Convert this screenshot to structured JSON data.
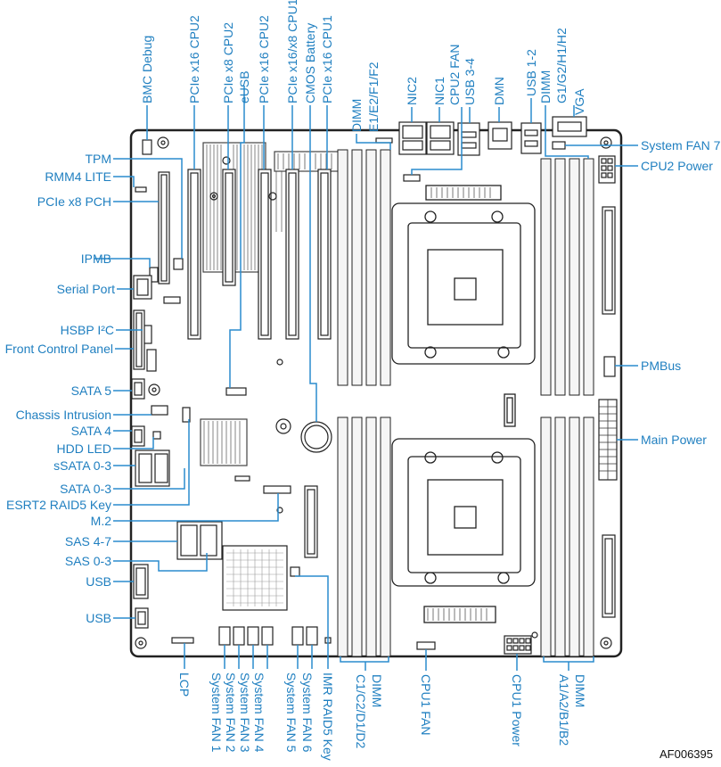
{
  "figure_code": "AF006395",
  "labels": {
    "bmc_debug": "BMC Debug",
    "pcie_x16_cpu2_a": "PCIe x16 CPU2",
    "pcie_x8_cpu2": "PCIe x8 CPU2",
    "eusb": "eUSB",
    "pcie_x16_cpu2_b": "PCIe x16 CPU2",
    "pcie_x16_x8_cpu1": "PCIe x16/x8 CPU1",
    "cmos_battery": "CMOS Battery",
    "pcie_x16_cpu1": "PCIe x16 CPU1",
    "dimm_efef_1": "DIMM",
    "dimm_efef_2": "E1/E2/F1/F2",
    "nic2": "NIC2",
    "nic1": "NIC1",
    "cpu2_fan": "CPU2 FAN",
    "usb_3_4": "USB 3-4",
    "dmn": "DMN",
    "usb_1_2": "USB 1-2",
    "dimm_gh_1": "DIMM",
    "dimm_gh_2": "G1/G2/H1/H2",
    "vga": "VGA",
    "tpm": "TPM",
    "rmm4_lite": "RMM4 LITE",
    "pcie_x8_pch": "PCIe x8 PCH",
    "ipmb": "IPMB",
    "serial_port": "Serial Port",
    "hsbp_i2c": "HSBP I²C",
    "front_control_panel": "Front Control Panel",
    "sata_5": "SATA 5",
    "chassis_intrusion": "Chassis Intrusion",
    "sata_4": "SATA 4",
    "hdd_led": "HDD LED",
    "ssata_0_3": "sSATA 0-3",
    "sata_0_3": "SATA 0-3",
    "esrt2_raid5_key": "ESRT2 RAID5 Key",
    "m2": "M.2",
    "sas_4_7": "SAS 4-7",
    "sas_0_3": "SAS 0-3",
    "usb_a": "USB",
    "usb_b": "USB",
    "system_fan_7": "System FAN 7",
    "cpu2_power": "CPU2 Power",
    "pmbus": "PMBus",
    "main_power": "Main Power",
    "lcp": "LCP",
    "system_fan_1": "System FAN 1",
    "system_fan_2": "System FAN 2",
    "system_fan_3": "System FAN 3",
    "system_fan_4": "System FAN 4",
    "system_fan_5": "System FAN 5",
    "system_fan_6": "System FAN 6",
    "imr_raid5_key": "IMR RAID5 Key",
    "dimm_cd_1": "DIMM",
    "dimm_cd_2": "C1/C2/D1/D2",
    "cpu1_fan": "CPU1 FAN",
    "cpu1_power": "CPU1 Power",
    "dimm_ab_1": "DIMM",
    "dimm_ab_2": "A1/A2/B1/B2"
  },
  "colors": {
    "callout": "#1f7fc0",
    "board_outline": "#222222"
  }
}
